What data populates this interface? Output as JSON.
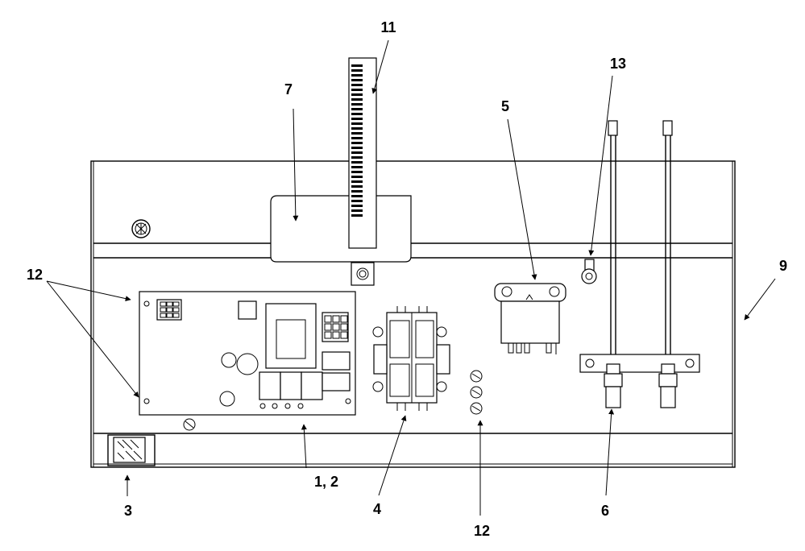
{
  "callouts": {
    "c1_2": "1, 2",
    "c3": "3",
    "c4": "4",
    "c5": "5",
    "c6": "6",
    "c7": "7",
    "c9": "9",
    "c11": "11",
    "c12_left": "12",
    "c12_bottom": "12",
    "c13": "13"
  }
}
